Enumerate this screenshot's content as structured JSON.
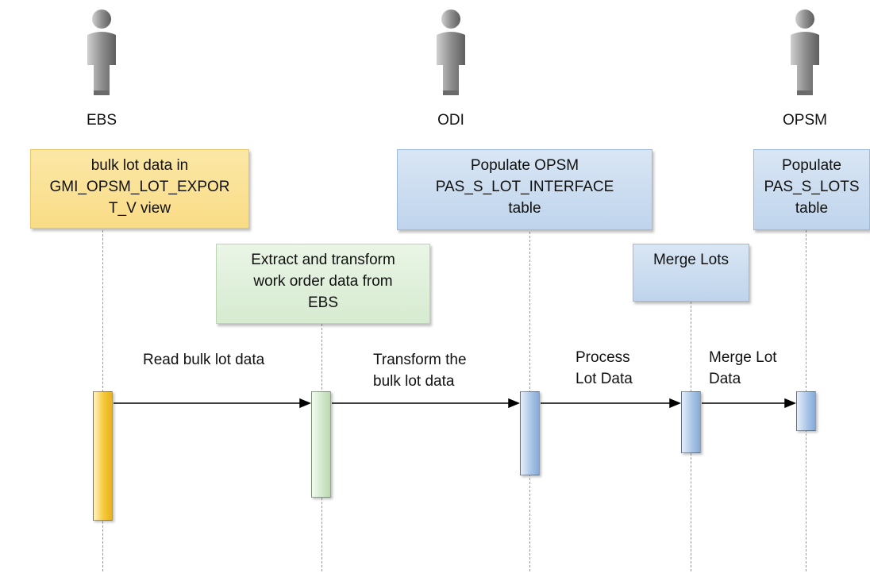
{
  "participants": {
    "ebs": {
      "label": "EBS"
    },
    "odi": {
      "label": "ODI"
    },
    "opsm": {
      "label": "OPSM"
    }
  },
  "notes": {
    "ebs_note": "bulk lot data in\nGMI_OPSM_LOT_EXPOR\nT_V  view",
    "extract_note": "Extract and transform\nwork order data from\nEBS",
    "populate_interface_note": "Populate OPSM\nPAS_S_LOT_INTERFACE\ntable",
    "merge_lots_note": "Merge Lots",
    "populate_lots_note": "Populate\nPAS_S_LOTS\ntable"
  },
  "messages": {
    "read": "Read bulk lot data",
    "transform": "Transform the\nbulk lot data",
    "process": "Process\nLot Data",
    "merge": "Merge Lot\nData"
  },
  "colors": {
    "ebs": "#f5c93a",
    "extract": "#d6ebd0",
    "odi": "#bfd4ec",
    "lifeline": "#9a9a9a",
    "arrow": "#000000"
  }
}
